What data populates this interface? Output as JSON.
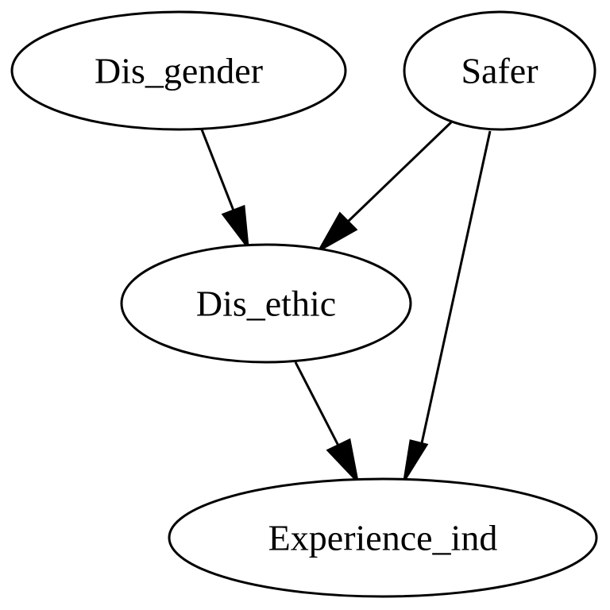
{
  "nodes": [
    {
      "id": "dis_gender",
      "label": "Dis_gender"
    },
    {
      "id": "safer",
      "label": "Safer"
    },
    {
      "id": "dis_ethic",
      "label": "Dis_ethic"
    },
    {
      "id": "experience_ind",
      "label": "Experience_ind"
    }
  ],
  "edges": [
    {
      "from": "dis_gender",
      "to": "dis_ethic"
    },
    {
      "from": "safer",
      "to": "dis_ethic"
    },
    {
      "from": "safer",
      "to": "experience_ind"
    },
    {
      "from": "dis_ethic",
      "to": "experience_ind"
    }
  ]
}
